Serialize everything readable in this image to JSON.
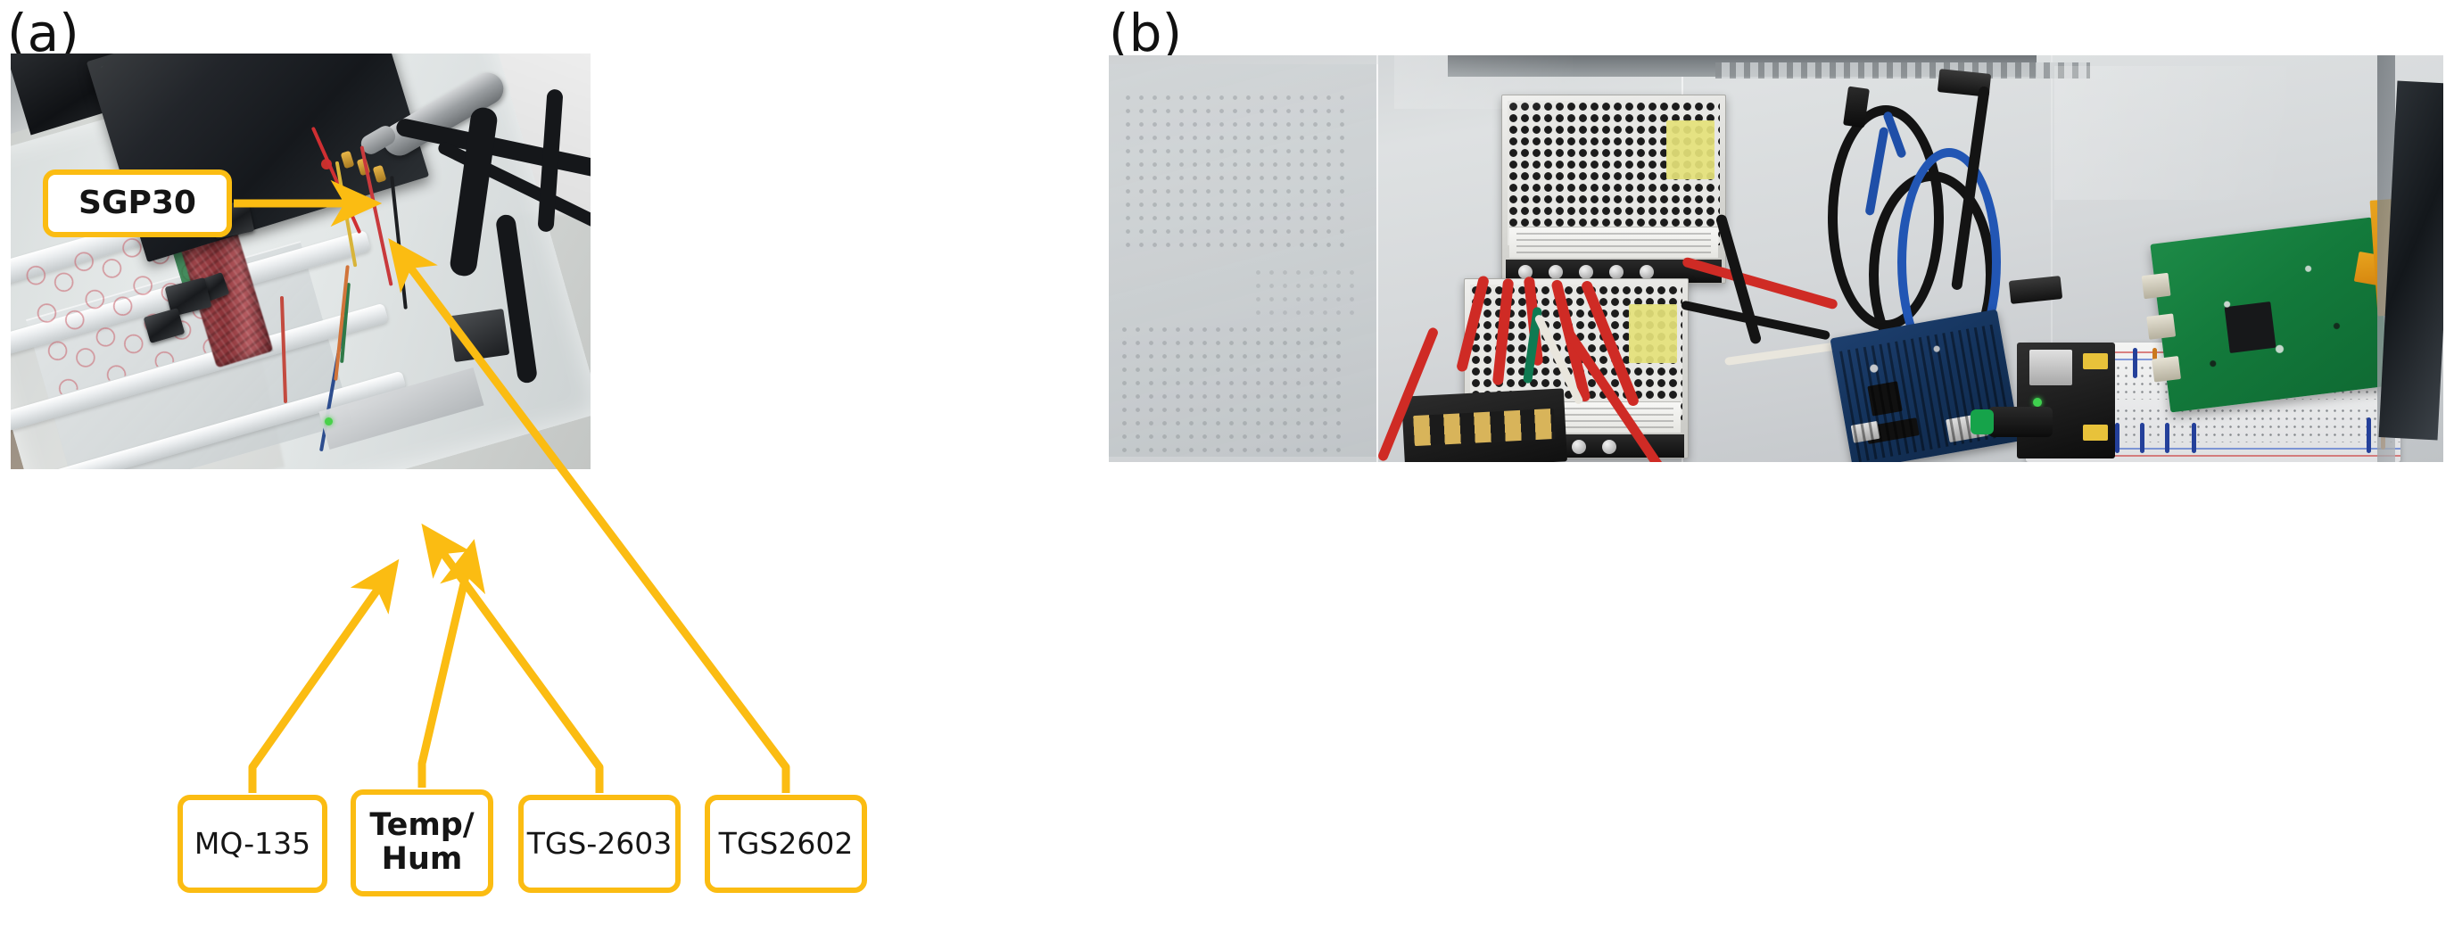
{
  "figure": {
    "panels": [
      {
        "id": "a",
        "letter": "(a)",
        "caption_letter": "(a)",
        "description": "sensor-chamber-photo"
      },
      {
        "id": "b",
        "letter": "(b)",
        "caption_letter": "(b)",
        "description": "control-electronics-photo"
      }
    ]
  },
  "panel_a": {
    "letter": "(a)",
    "callouts": [
      {
        "id": "sgp30",
        "label": "SGP30",
        "bold": true,
        "lines": [
          "SGP30"
        ]
      },
      {
        "id": "mq135",
        "label": "MQ-135",
        "bold": false,
        "lines": [
          "MQ-135"
        ]
      },
      {
        "id": "temphum",
        "label": "Temp/Hum",
        "bold": true,
        "lines": [
          "Temp/",
          "Hum"
        ]
      },
      {
        "id": "tgs2603",
        "label": "TGS-2603",
        "bold": false,
        "lines": [
          "TGS-2603"
        ]
      },
      {
        "id": "tgs2602",
        "label": "TGS2602",
        "bold": false,
        "lines": [
          "TGS2602"
        ]
      }
    ]
  },
  "panel_b": {
    "letter": "(b)"
  },
  "style": {
    "callout_border_color": "#FBBC12",
    "arrow_color": "#FBBC12",
    "callout_fill": "#FFFFFF",
    "text_color": "#151515",
    "page_background": "#FFFFFF"
  },
  "sgp30_text": "SGP30",
  "mq135_text": "MQ-135",
  "temp_line1": "Temp/",
  "temp_line2": "Hum",
  "tgs2603_text": "TGS-2603",
  "tgs2602_text": "TGS2602"
}
